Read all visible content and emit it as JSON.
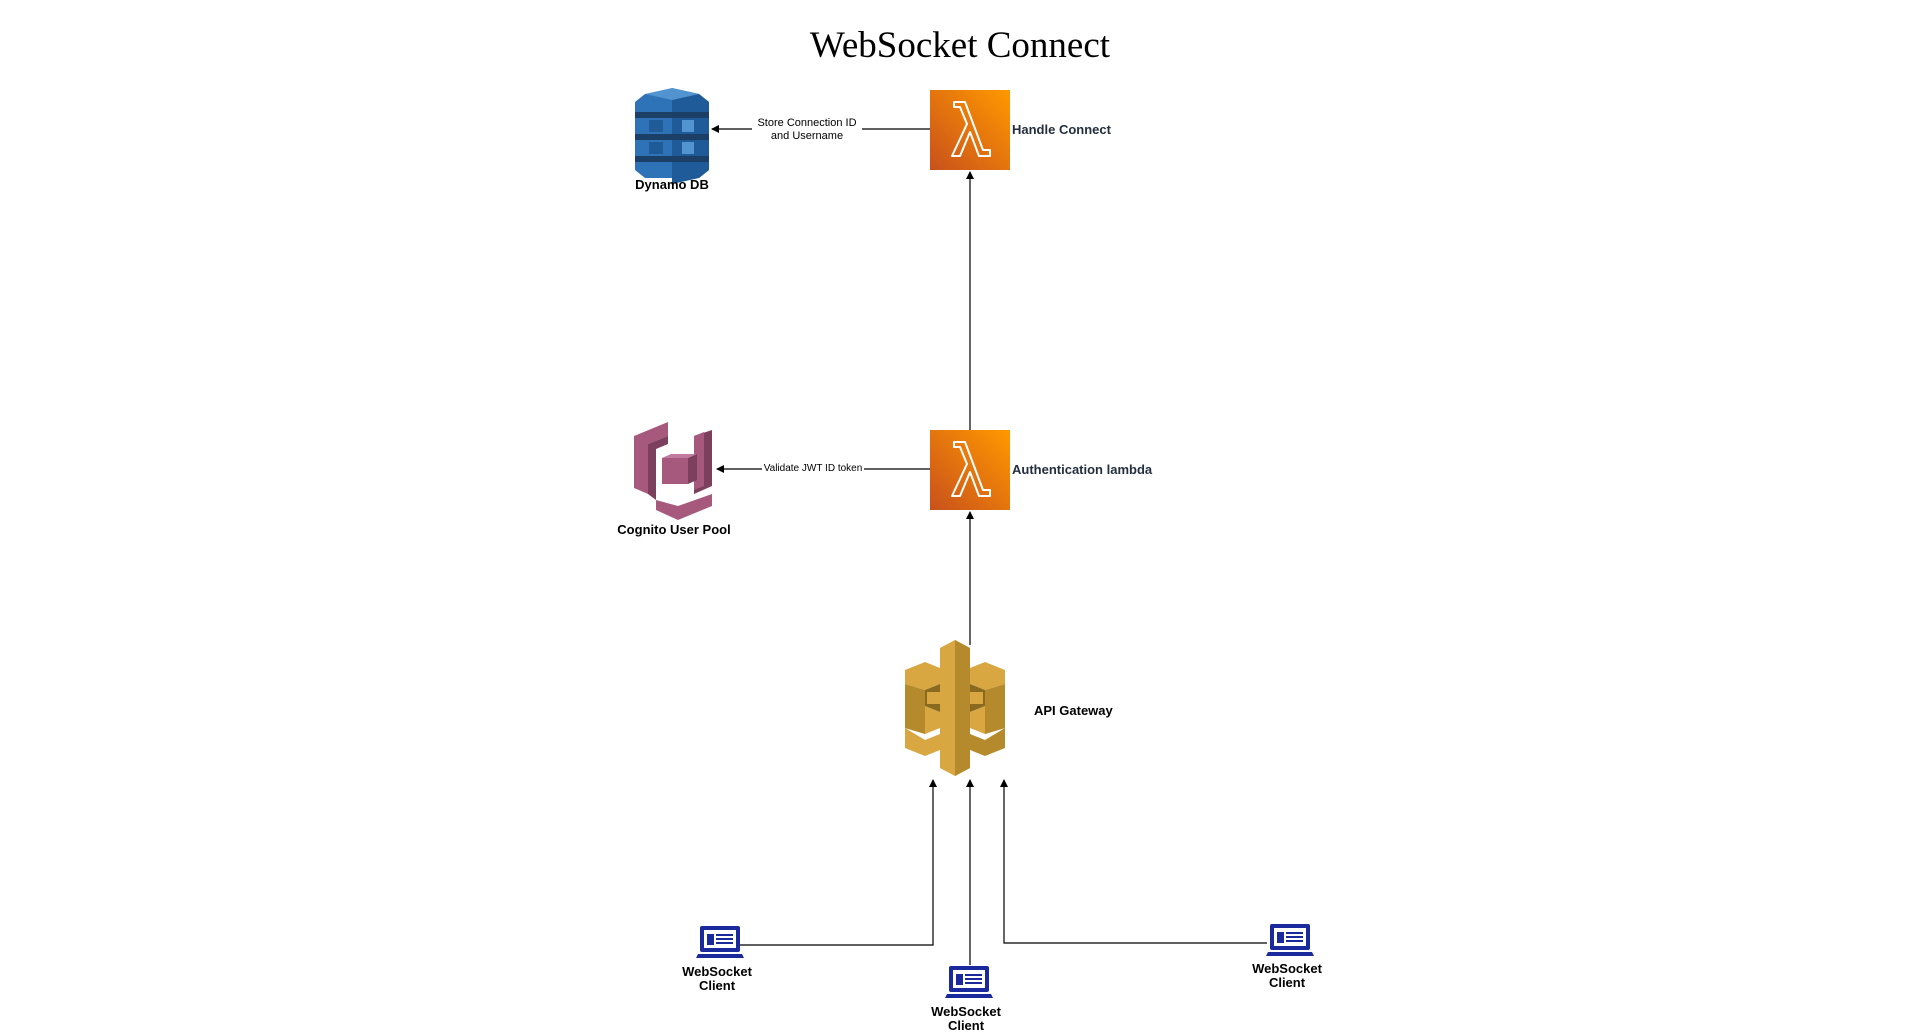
{
  "diagram": {
    "title": "WebSocket Connect",
    "nodes": {
      "handle_connect": {
        "label": "Handle Connect",
        "icon": "lambda-icon"
      },
      "auth_lambda": {
        "label": "Authentication lambda",
        "icon": "lambda-icon"
      },
      "dynamo_db": {
        "label": "Dynamo DB",
        "icon": "dynamodb-icon"
      },
      "cognito": {
        "label": "Cognito User Pool",
        "icon": "cognito-icon"
      },
      "api_gateway": {
        "label": "API Gateway",
        "icon": "api-gateway-icon"
      },
      "client_left": {
        "label_line1": "WebSocket",
        "label_line2": "Client",
        "icon": "laptop-icon"
      },
      "client_center": {
        "label_line1": "WebSocket",
        "label_line2": "Client",
        "icon": "laptop-icon"
      },
      "client_right": {
        "label_line1": "WebSocket",
        "label_line2": "Client",
        "icon": "laptop-icon"
      }
    },
    "edges": {
      "store_connection": {
        "line1": "Store Connection ID",
        "line2": "and Username"
      },
      "validate_jwt": {
        "label": "Validate JWT ID token"
      }
    },
    "colors": {
      "lambda": "#e8720c",
      "dynamo": "#2e73b8",
      "cognito": "#a6597d",
      "api_gateway": "#d9a741",
      "client": "#1a2a9c"
    }
  }
}
